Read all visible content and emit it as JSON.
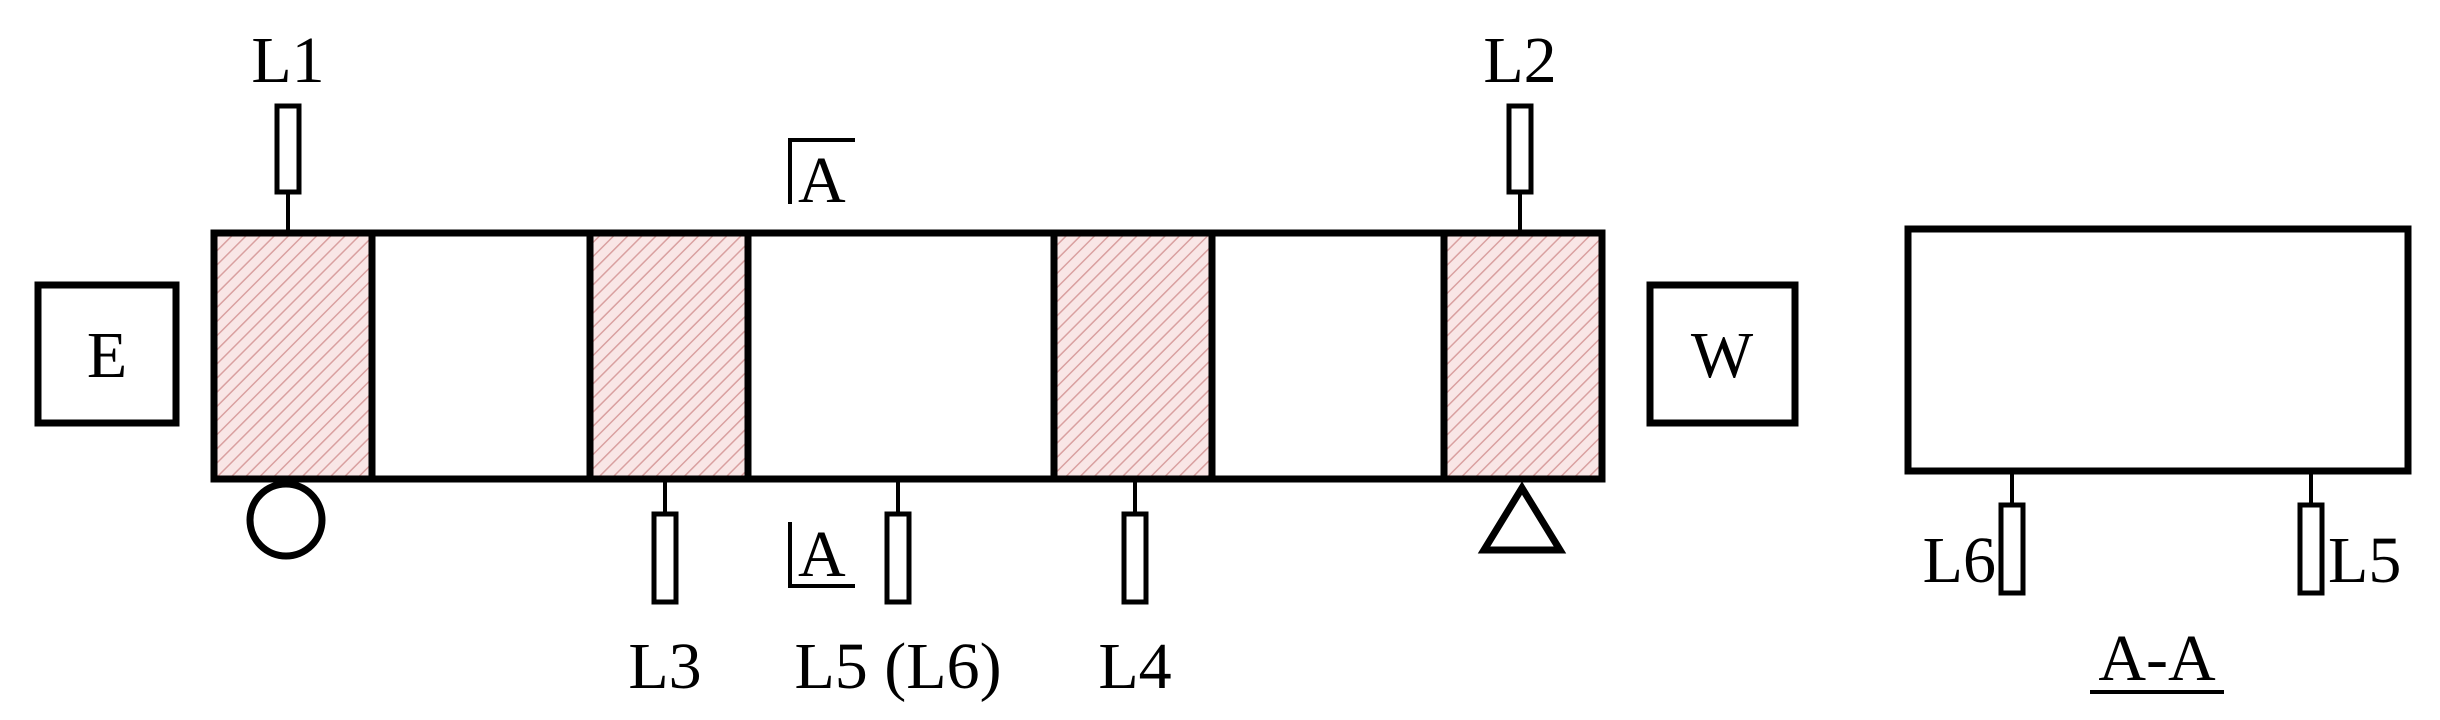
{
  "diagram": {
    "end_left": "E",
    "end_right": "W",
    "section_marker": "A",
    "section_title": "A-A",
    "sensors": {
      "l1": "L1",
      "l2": "L2",
      "l3": "L3",
      "l4": "L4",
      "l5_l6": "L5 (L6)",
      "l5": "L5",
      "l6": "L6"
    },
    "colors": {
      "hatched_fill": "#f9e6e6",
      "hatch_line": "#d9a0a0",
      "outline": "#000000"
    }
  }
}
